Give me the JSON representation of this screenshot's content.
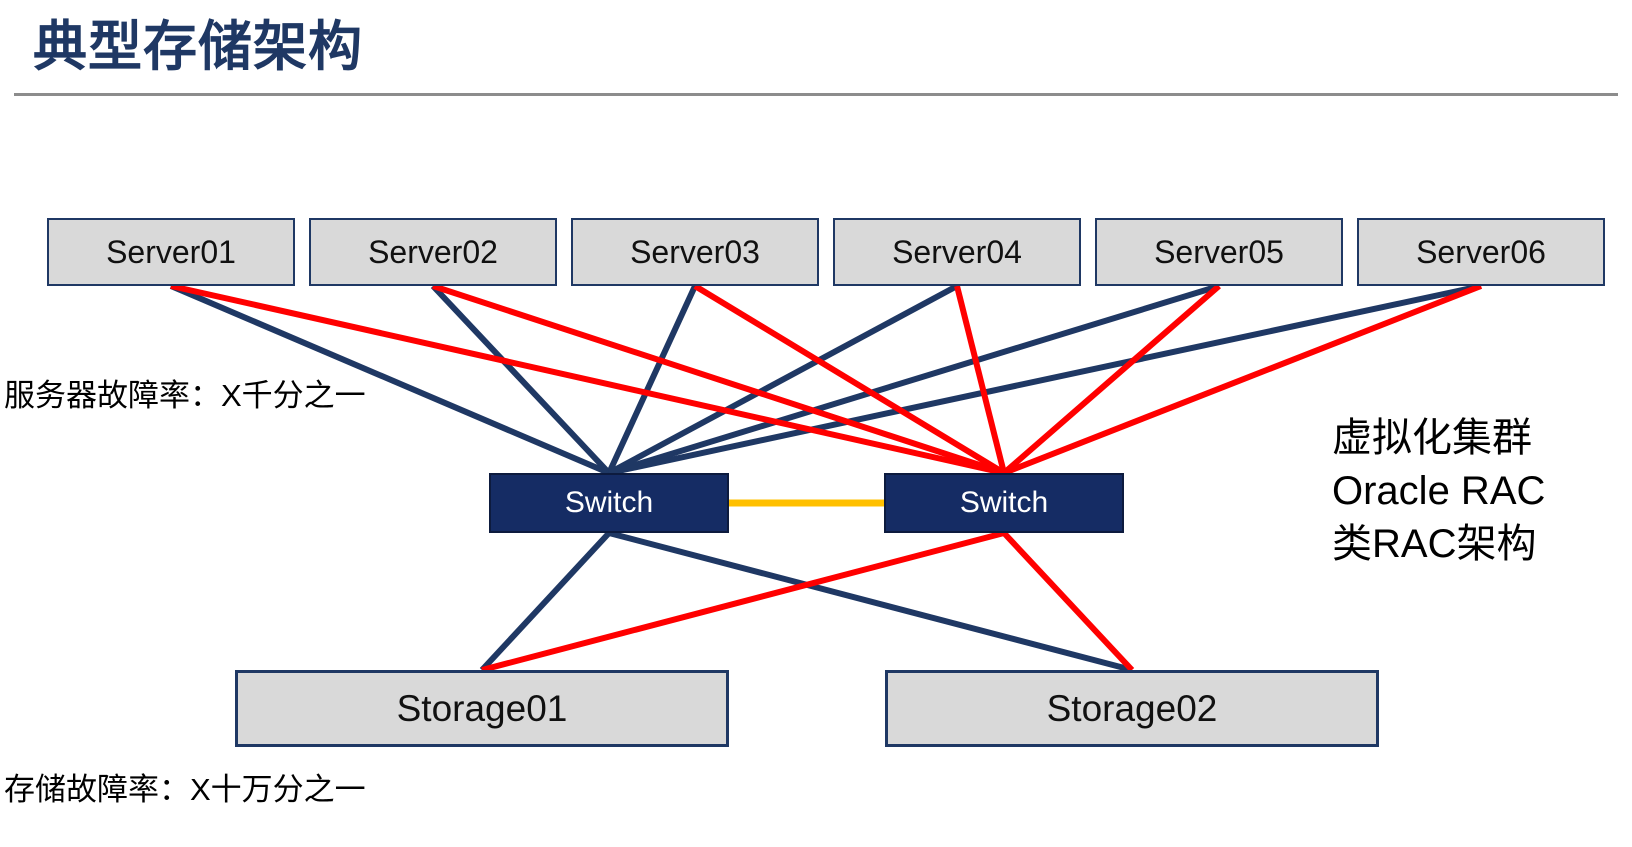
{
  "title": "典型存储架构",
  "annotations": {
    "server_failure_rate": "服务器故障率：X千分之一",
    "storage_failure_rate": "存储故障率：X十万分之一",
    "side_note_lines": [
      "虚拟化集群",
      "Oracle RAC",
      "类RAC架构"
    ]
  },
  "nodes": {
    "servers": [
      {
        "id": "server01",
        "label": "Server01"
      },
      {
        "id": "server02",
        "label": "Server02"
      },
      {
        "id": "server03",
        "label": "Server03"
      },
      {
        "id": "server04",
        "label": "Server04"
      },
      {
        "id": "server05",
        "label": "Server05"
      },
      {
        "id": "server06",
        "label": "Server06"
      }
    ],
    "switches": [
      {
        "id": "switch-a",
        "label": "Switch"
      },
      {
        "id": "switch-b",
        "label": "Switch"
      }
    ],
    "storages": [
      {
        "id": "storage01",
        "label": "Storage01"
      },
      {
        "id": "storage02",
        "label": "Storage02"
      }
    ]
  },
  "connections": [
    {
      "from": "server01",
      "to": "switch-a",
      "color": "navy",
      "from_anchor": "bottom",
      "to_anchor": "top"
    },
    {
      "from": "server02",
      "to": "switch-a",
      "color": "navy",
      "from_anchor": "bottom",
      "to_anchor": "top"
    },
    {
      "from": "server03",
      "to": "switch-a",
      "color": "navy",
      "from_anchor": "bottom",
      "to_anchor": "top"
    },
    {
      "from": "server04",
      "to": "switch-a",
      "color": "navy",
      "from_anchor": "bottom",
      "to_anchor": "top"
    },
    {
      "from": "server05",
      "to": "switch-a",
      "color": "navy",
      "from_anchor": "bottom",
      "to_anchor": "top"
    },
    {
      "from": "server06",
      "to": "switch-a",
      "color": "navy",
      "from_anchor": "bottom",
      "to_anchor": "top"
    },
    {
      "from": "server01",
      "to": "switch-b",
      "color": "red",
      "from_anchor": "bottom",
      "to_anchor": "top"
    },
    {
      "from": "server02",
      "to": "switch-b",
      "color": "red",
      "from_anchor": "bottom",
      "to_anchor": "top"
    },
    {
      "from": "server03",
      "to": "switch-b",
      "color": "red",
      "from_anchor": "bottom",
      "to_anchor": "top"
    },
    {
      "from": "server04",
      "to": "switch-b",
      "color": "red",
      "from_anchor": "bottom",
      "to_anchor": "top"
    },
    {
      "from": "server05",
      "to": "switch-b",
      "color": "red",
      "from_anchor": "bottom",
      "to_anchor": "top"
    },
    {
      "from": "server06",
      "to": "switch-b",
      "color": "red",
      "from_anchor": "bottom",
      "to_anchor": "top"
    },
    {
      "from": "switch-a",
      "to": "storage01",
      "color": "navy",
      "from_anchor": "bottom",
      "to_anchor": "top"
    },
    {
      "from": "switch-a",
      "to": "storage02",
      "color": "navy",
      "from_anchor": "bottom",
      "to_anchor": "top"
    },
    {
      "from": "switch-b",
      "to": "storage01",
      "color": "red",
      "from_anchor": "bottom",
      "to_anchor": "top"
    },
    {
      "from": "switch-b",
      "to": "storage02",
      "color": "red",
      "from_anchor": "bottom",
      "to_anchor": "top"
    },
    {
      "from": "switch-a",
      "to": "switch-b",
      "color": "orange",
      "from_anchor": "right",
      "to_anchor": "left"
    }
  ],
  "colors": {
    "navy": "#1F3864",
    "red": "#FF0000",
    "orange": "#FFC000",
    "box_fill": "#D9D9D9",
    "switch_fill": "#152C64",
    "title": "#1F3864"
  }
}
